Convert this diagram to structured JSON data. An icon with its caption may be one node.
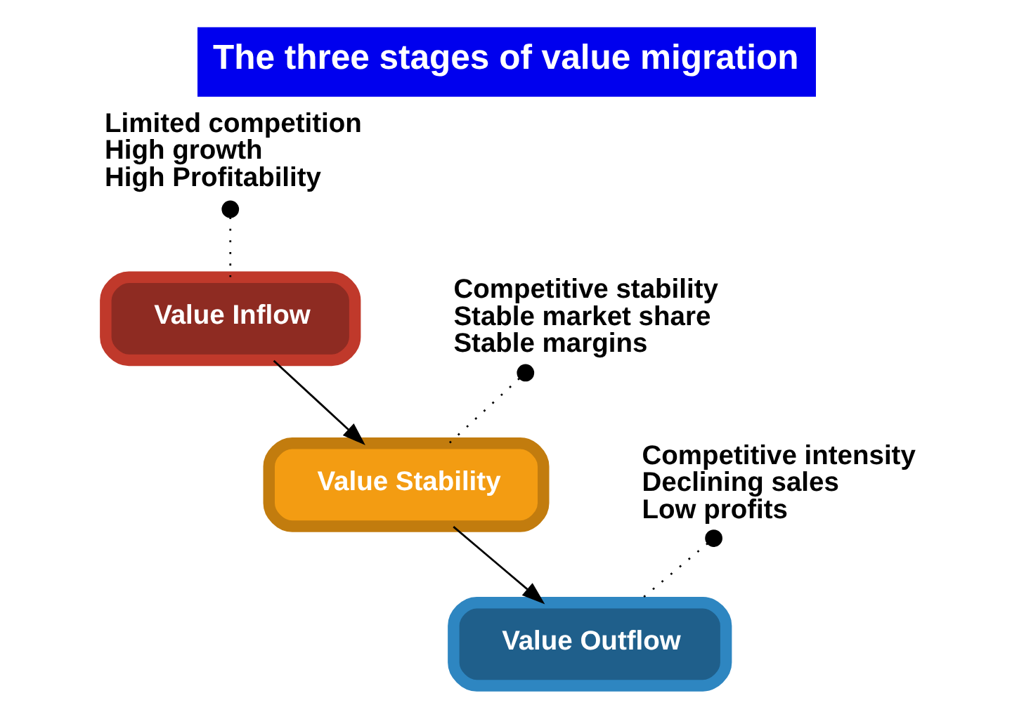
{
  "diagram": {
    "title": "The three stages of value migration",
    "nodes": [
      {
        "text": [
          "Limited competition",
          "High growth",
          "High Profitability"
        ]
      },
      {
        "text": [
          "Value Inflow"
        ]
      },
      {
        "text": [
          "Competitive stability",
          "Stable market share",
          "Stable margins"
        ]
      },
      {
        "text": [
          "Value Stability"
        ]
      },
      {
        "text": [
          "Competitive intensity",
          "Declining sales",
          "Low profits"
        ]
      },
      {
        "text": [
          "Value Outflow"
        ]
      }
    ],
    "edges": [
      {
        "from": 0,
        "to": 1,
        "arrow": "other",
        "style": "dashed"
      },
      {
        "from": 2,
        "to": 3,
        "arrow": "other",
        "style": "dashed"
      },
      {
        "from": 4,
        "to": 5,
        "arrow": "other",
        "style": "dashed"
      },
      {
        "from": 1,
        "to": 3,
        "arrow": "to"
      },
      {
        "from": 3,
        "to": 5,
        "arrow": "to"
      }
    ]
  }
}
